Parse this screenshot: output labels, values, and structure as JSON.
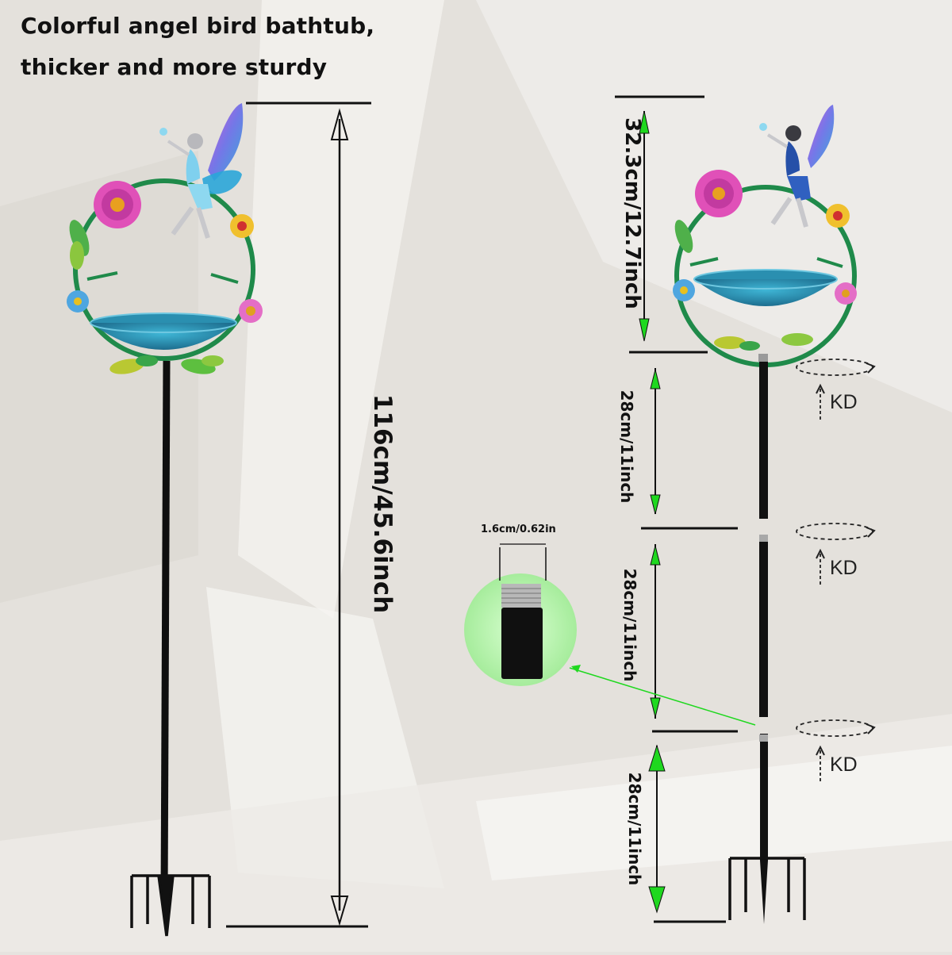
{
  "title": {
    "line1": "Colorful angel bird bathtub,",
    "line2": "thicker and more sturdy"
  },
  "dimensions": {
    "total_height": "116cm/45.6inch",
    "top_section": "32.3cm/12.7inch",
    "segment_1": "28cm/11inch",
    "segment_2": "28cm/11inch",
    "segment_3": "28cm/11inch",
    "connector_diameter": "1.6cm/0.62in"
  },
  "assembly": {
    "rotation_marks": [
      "KD",
      "KD",
      "KD"
    ]
  },
  "colors": {
    "background": "#e6e3df",
    "dimension_line": "#111111",
    "arrow_accent": "#1fd81f",
    "bowl": "#2a8fb0",
    "ring": "#1f8a4a",
    "magnifier": "#b8f0b0"
  }
}
